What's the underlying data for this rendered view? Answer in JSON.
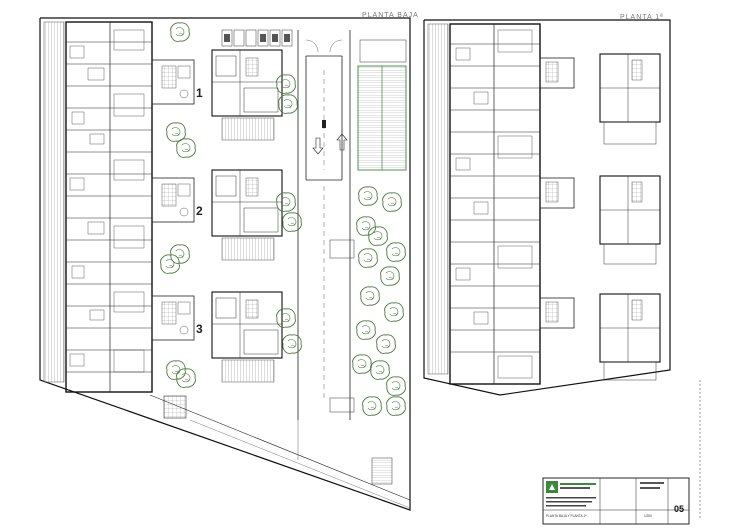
{
  "plans": {
    "ground": {
      "title": "PLANTA BAJA"
    },
    "first": {
      "title": "PLANTA 1ª"
    }
  },
  "blocks": [
    "1",
    "2",
    "3"
  ],
  "title_block": {
    "sheet_number": "05",
    "drawing_title": "PLANTA BAJA Y PLANTA 1ª",
    "scale": "1/200"
  },
  "colors": {
    "line": "#1a1a1a",
    "hatch": "#8a8a8a",
    "tree": "#4a7a3a",
    "parking": "#3a8a3a"
  }
}
